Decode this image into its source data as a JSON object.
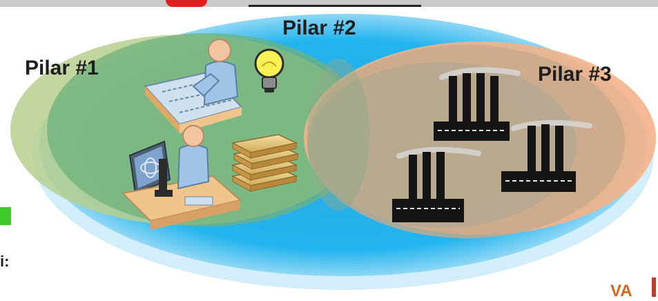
{
  "diagram": {
    "pillar1_label": "Pilar #1",
    "pillar2_label": "Pilar #2",
    "pillar3_label": "Pilar #3",
    "left_fragment": "i:",
    "right_fragment": "VA"
  },
  "colors": {
    "pillar1": "#a8c47a",
    "pillar2": "#1fb0ec",
    "pillar3": "#f2a273",
    "overlap12": "#5fae8a",
    "overlap23": "#a8aa8c",
    "accent_green": "#3ecb2a",
    "accent_red": "#e01e1e"
  },
  "icons": [
    "person-at-drafting-desk-icon",
    "lightbulb-icon",
    "scientist-with-microscope-icon",
    "stack-of-books-icon",
    "factory-icon"
  ]
}
